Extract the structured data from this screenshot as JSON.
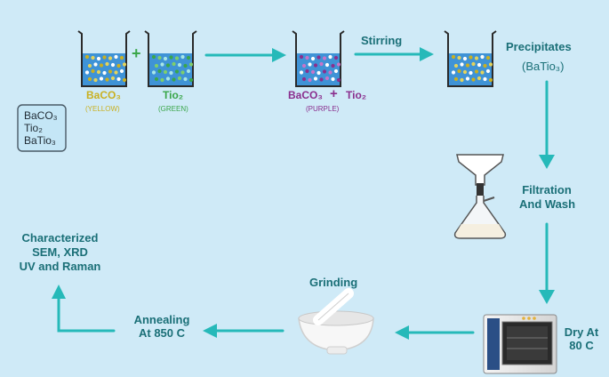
{
  "colors": {
    "background": "#cfeaf7",
    "teal_text": "#1a6f77",
    "arrow": "#26b9b9",
    "yellow": "#c9b021",
    "green": "#3aa64a",
    "purple": "#8a2f8e"
  },
  "legend": {
    "line1": "BaCO₃",
    "line2": "Tio₂",
    "line3": "BaTio₃"
  },
  "beaker1": {
    "label": "BaCO₃",
    "sub": "(YELLOW)"
  },
  "beaker2": {
    "label": "Tio₂",
    "sub": "(GREEN)"
  },
  "plus_sign": "+",
  "beaker3": {
    "label_a": "BaCO₃",
    "plus": "+",
    "label_b": "Tio₂",
    "sub": "(PURPLE)"
  },
  "steps": {
    "stirring": "Stirring",
    "precipitates": "Precipitates",
    "precipitates_formula": "(BaTio₃)",
    "filtration_1": "Filtration",
    "filtration_2": "And Wash",
    "dry_1": "Dry At",
    "dry_2": "80 C",
    "grinding": "Grinding",
    "annealing_1": "Annealing",
    "annealing_2": "At 850 C",
    "char_1": "Characterized",
    "char_2": "SEM, XRD",
    "char_3": "UV and Raman"
  }
}
